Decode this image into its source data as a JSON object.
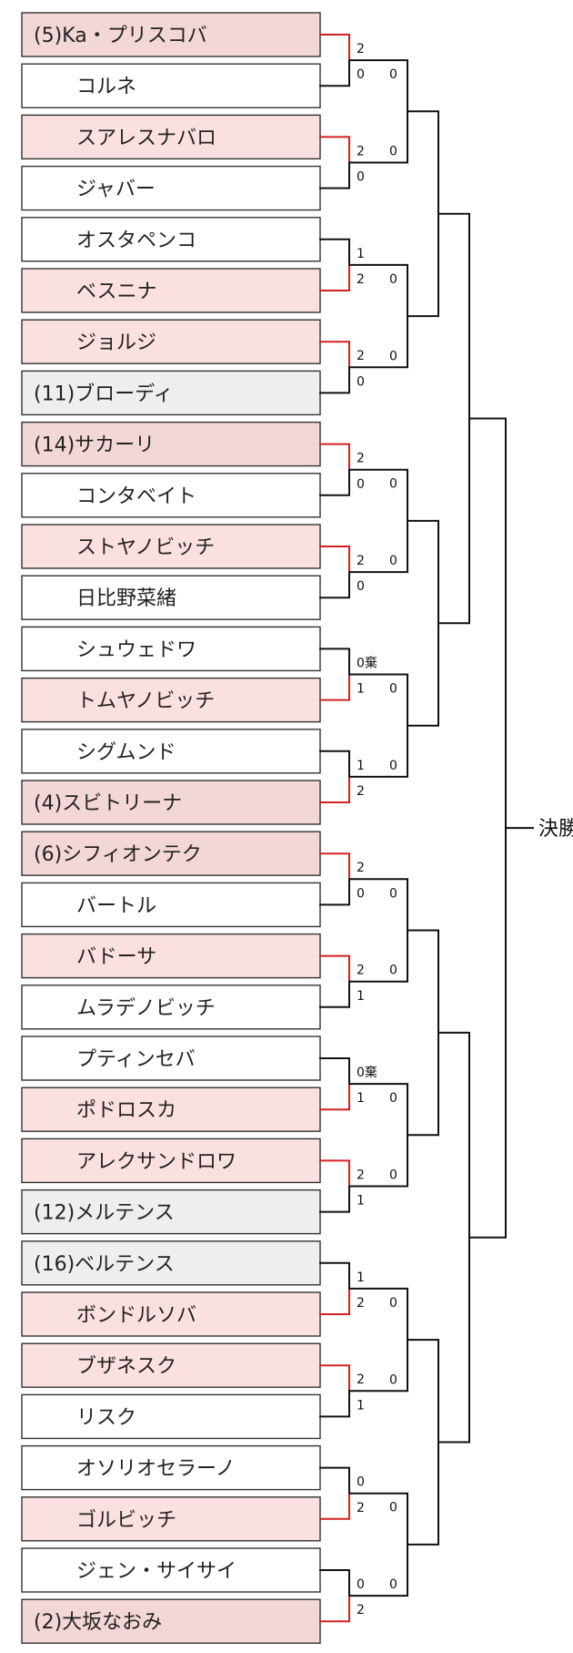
{
  "colors": {
    "winner_fill": "#fbe0e0",
    "seed_winner_fill": "#f3d6d6",
    "seed_loser_fill": "#eeeeee",
    "plain_fill": "#ffffff",
    "win_line": "#d42020",
    "line": "#111111"
  },
  "final_label": "決勝",
  "players": [
    {
      "seed": "(5)",
      "name": "Ka・プリスコバ",
      "winner": true
    },
    {
      "seed": "",
      "name": "コルネ",
      "winner": false
    },
    {
      "seed": "",
      "name": "スアレスナバロ",
      "winner": true
    },
    {
      "seed": "",
      "name": "ジャバー",
      "winner": false
    },
    {
      "seed": "",
      "name": "オスタペンコ",
      "winner": false
    },
    {
      "seed": "",
      "name": "ベスニナ",
      "winner": true
    },
    {
      "seed": "",
      "name": "ジョルジ",
      "winner": true
    },
    {
      "seed": "(11)",
      "name": "ブローディ",
      "winner": false
    },
    {
      "seed": "(14)",
      "name": "サカーリ",
      "winner": true
    },
    {
      "seed": "",
      "name": "コンタベイト",
      "winner": false
    },
    {
      "seed": "",
      "name": "ストヤノビッチ",
      "winner": true
    },
    {
      "seed": "",
      "name": "日比野菜緒",
      "winner": false
    },
    {
      "seed": "",
      "name": "シュウェドワ",
      "winner": false
    },
    {
      "seed": "",
      "name": "トムヤノビッチ",
      "winner": true
    },
    {
      "seed": "",
      "name": "シグムンド",
      "winner": false
    },
    {
      "seed": "(4)",
      "name": "スビトリーナ",
      "winner": true
    },
    {
      "seed": "(6)",
      "name": "シフィオンテク",
      "winner": true
    },
    {
      "seed": "",
      "name": "バートル",
      "winner": false
    },
    {
      "seed": "",
      "name": "バドーサ",
      "winner": true
    },
    {
      "seed": "",
      "name": "ムラデノビッチ",
      "winner": false
    },
    {
      "seed": "",
      "name": "プティンセバ",
      "winner": false
    },
    {
      "seed": "",
      "name": "ポドロスカ",
      "winner": true
    },
    {
      "seed": "",
      "name": "アレクサンドロワ",
      "winner": true
    },
    {
      "seed": "(12)",
      "name": "メルテンス",
      "winner": false
    },
    {
      "seed": "(16)",
      "name": "ベルテンス",
      "winner": false
    },
    {
      "seed": "",
      "name": "ボンドルソバ",
      "winner": true
    },
    {
      "seed": "",
      "name": "ブザネスク",
      "winner": true
    },
    {
      "seed": "",
      "name": "リスク",
      "winner": false
    },
    {
      "seed": "",
      "name": "オソリオセラーノ",
      "winner": false
    },
    {
      "seed": "",
      "name": "ゴルビッチ",
      "winner": true
    },
    {
      "seed": "",
      "name": "ジェン・サイサイ",
      "winner": false
    },
    {
      "seed": "(2)",
      "name": "大坂なおみ",
      "winner": true
    }
  ],
  "round1_scores": [
    [
      "2",
      "0"
    ],
    [
      "2",
      "0"
    ],
    [
      "1",
      "2"
    ],
    [
      "2",
      "0"
    ],
    [
      "2",
      "0"
    ],
    [
      "2",
      "0"
    ],
    [
      "0棄",
      "1"
    ],
    [
      "1",
      "2"
    ],
    [
      "2",
      "0"
    ],
    [
      "2",
      "1"
    ],
    [
      "0棄",
      "1"
    ],
    [
      "2",
      "1"
    ],
    [
      "1",
      "2"
    ],
    [
      "2",
      "1"
    ],
    [
      "0",
      "2"
    ],
    [
      "0",
      "2"
    ]
  ],
  "round2_scores": [
    [
      "0",
      "0"
    ],
    [
      "0",
      "0"
    ],
    [
      "0",
      "0"
    ],
    [
      "0",
      "0"
    ],
    [
      "0",
      "0"
    ],
    [
      "0",
      "0"
    ],
    [
      "0",
      "0"
    ],
    [
      "0",
      "0"
    ]
  ]
}
